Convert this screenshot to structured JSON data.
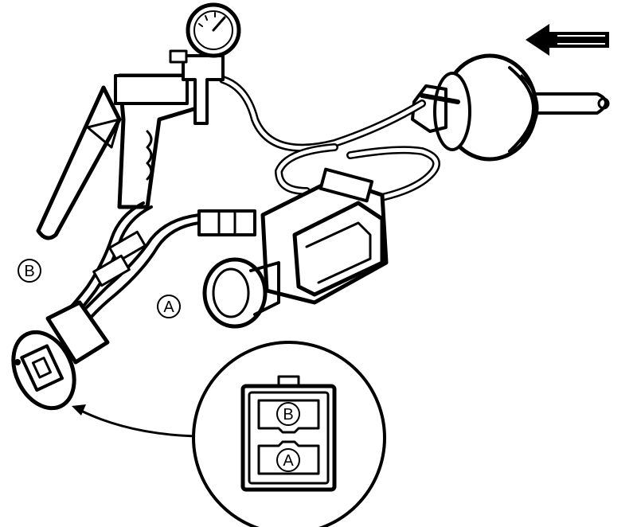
{
  "labels": {
    "B": "B",
    "A": "A"
  },
  "inset": {
    "upper_terminal": "B",
    "lower_terminal": "A"
  },
  "colors": {
    "ink": "#000000",
    "paper": "#ffffff"
  },
  "icons": [
    "direction-arrow-icon",
    "vacuum-gauge-icon"
  ]
}
